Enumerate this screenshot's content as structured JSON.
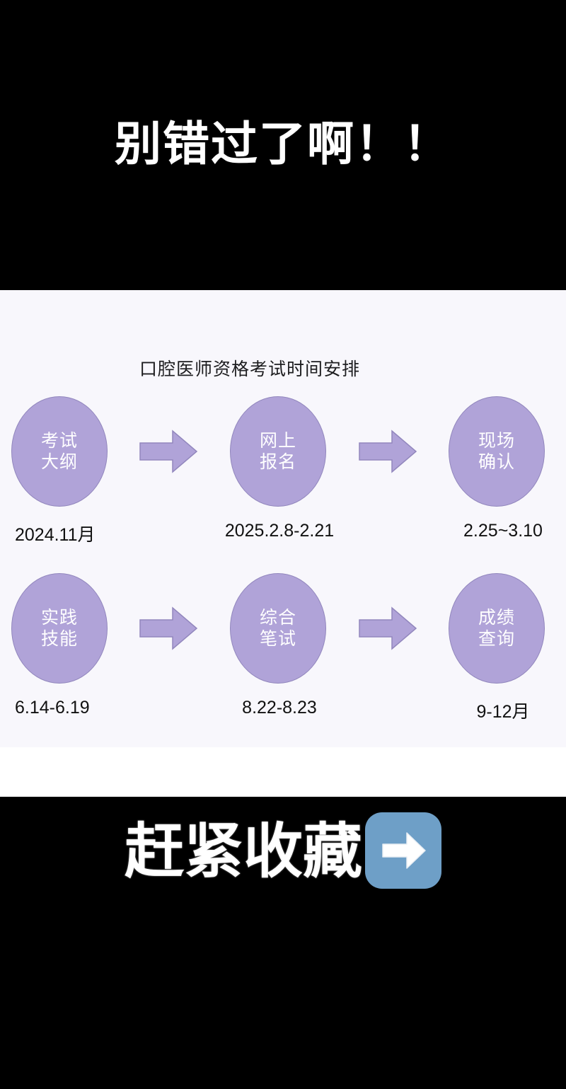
{
  "top_banner": {
    "headline": "别错过了啊！！"
  },
  "info_panel": {
    "title": "口腔医师资格考试时间安排",
    "colors": {
      "panel_background": "#f8f7fc",
      "bubble_fill": "#b0a3d8",
      "bubble_border": "#9287bd",
      "bubble_text": "#ffffff",
      "arrow_fill": "#b0a3d8",
      "arrow_border": "#9287bd",
      "date_text": "#111111"
    },
    "rows": [
      {
        "nodes": [
          {
            "line1": "考试",
            "line2": "大纲",
            "date": "2024.11月"
          },
          {
            "line1": "网上",
            "line2": "报名",
            "date": "2025.2.8-2.21"
          },
          {
            "line1": "现场",
            "line2": "确认",
            "date": "2.25~3.10"
          }
        ],
        "arrows": [
          "arrow-right-icon",
          "arrow-right-icon"
        ]
      },
      {
        "nodes": [
          {
            "line1": "实践",
            "line2": "技能",
            "date": "6.14-6.19"
          },
          {
            "line1": "综合",
            "line2": "笔试",
            "date": "8.22-8.23"
          },
          {
            "line1": "成绩",
            "line2": "查询",
            "date": "9-12月"
          }
        ],
        "arrows": [
          "arrow-right-icon",
          "arrow-right-icon"
        ]
      }
    ]
  },
  "bottom_banner": {
    "headline": "赶紧收藏",
    "badge_icon": "arrow-right-icon",
    "badge_color": "#6e9fc7"
  }
}
